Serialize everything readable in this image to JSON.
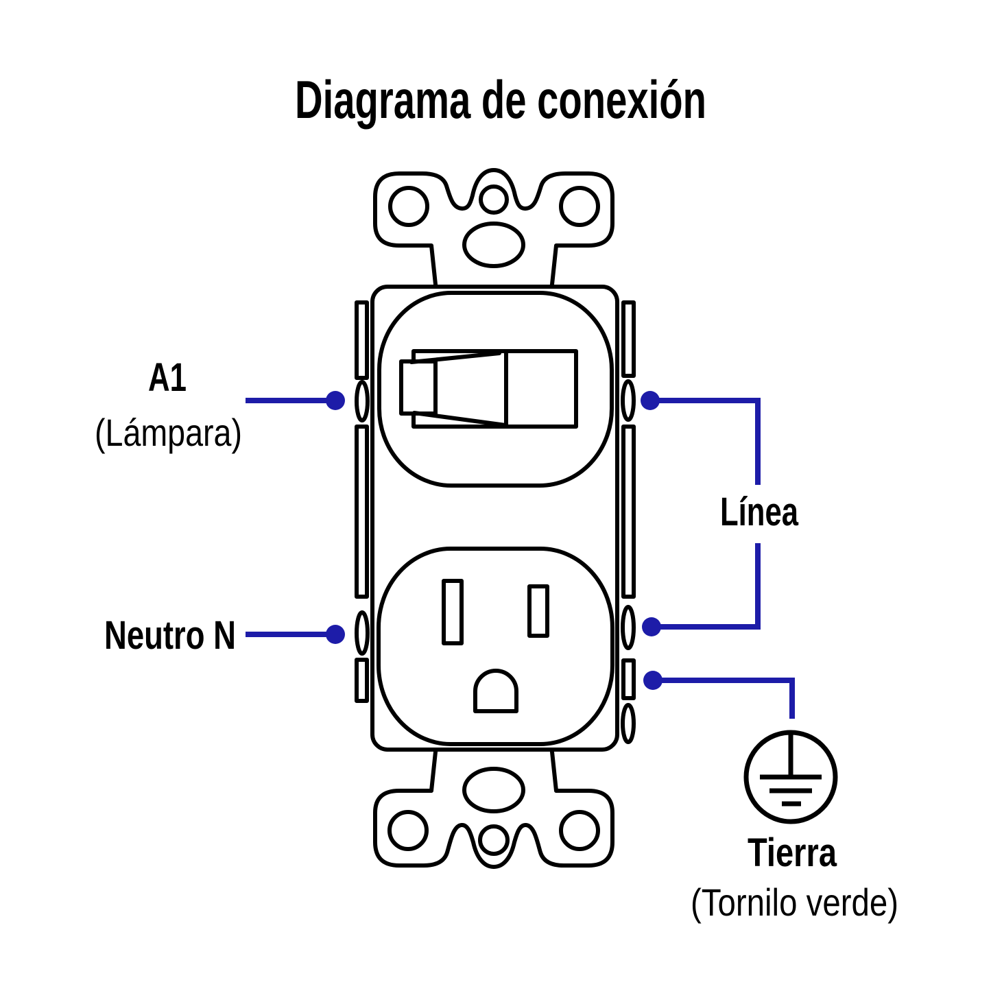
{
  "title": "Diagrama de conexión",
  "labels": {
    "a1": "A1",
    "a1_sub": "(Lámpara)",
    "neutro": "Neutro N",
    "linea": "Línea",
    "tierra": "Tierra",
    "tierra_sub": "(Tornilo verde)"
  },
  "icons": {
    "ground": "earth-ground-icon"
  },
  "colors": {
    "wire": "#1d1ca8",
    "outline": "#000000",
    "background": "#ffffff"
  }
}
